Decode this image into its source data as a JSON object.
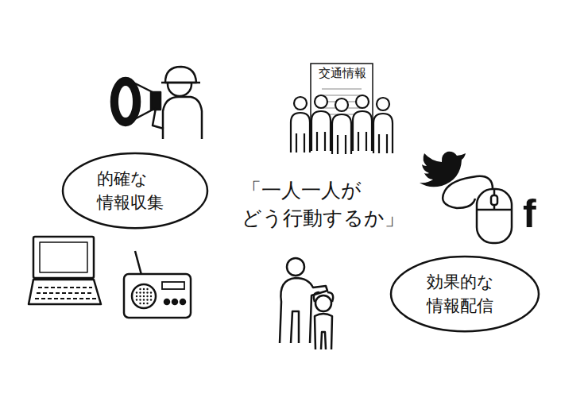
{
  "diagram": {
    "nodes": [
      {
        "text": [
          "的確な 情報収集"
        ]
      },
      {
        "text": [
          "効果的な 情報配信"
        ]
      }
    ],
    "labels": [
      "交通情報",
      "「一人一人が どう行動するか」",
      "f"
    ]
  }
}
